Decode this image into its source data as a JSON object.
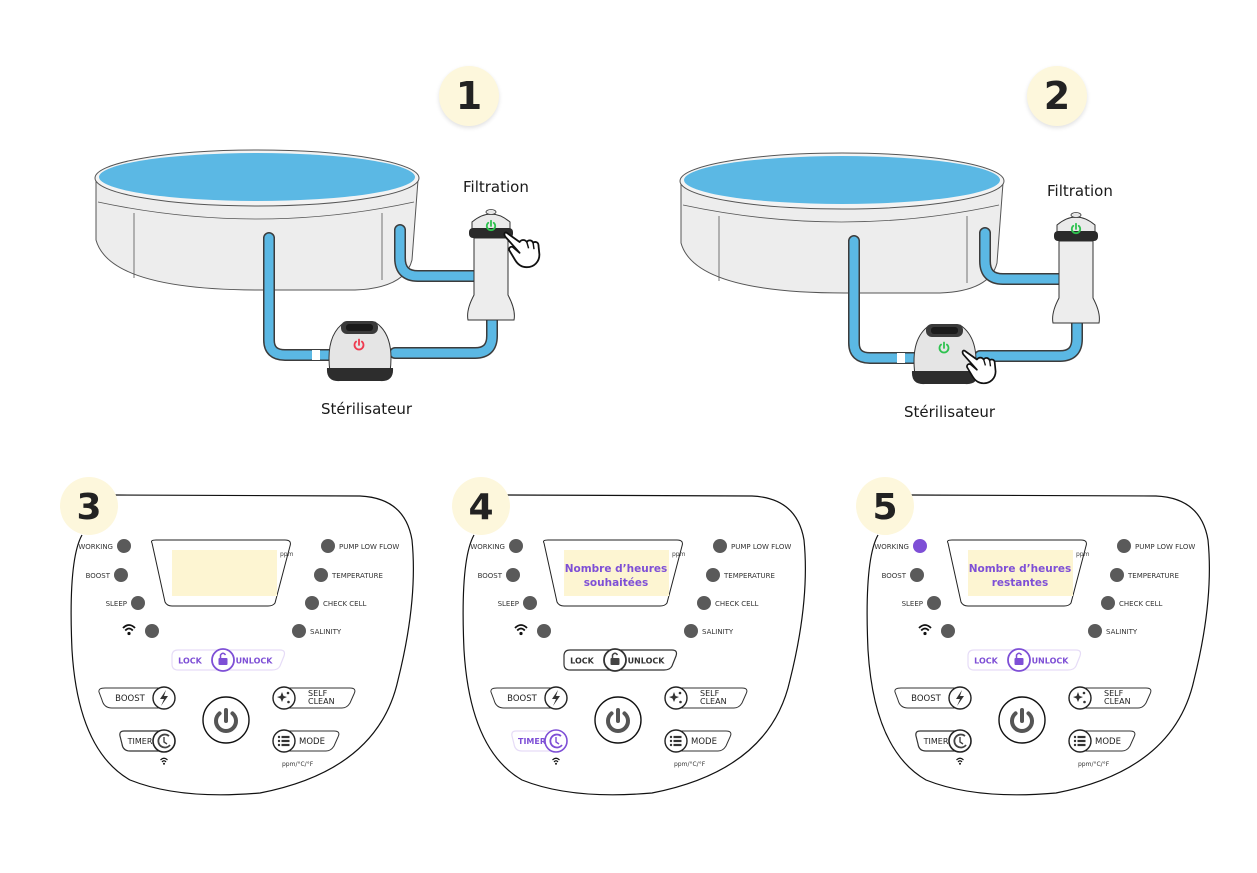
{
  "colors": {
    "water": "#5bb8e4",
    "pool_wall": "#ededed",
    "outline": "#555555",
    "badge_bg": "#fdf7dc",
    "lcd_bg": "#fdf5d2",
    "purple": "#7e4fd6",
    "purple_light": "#e6dcf7",
    "led_off": "#5a5a5a",
    "power_on": "#2ec24f",
    "power_off": "#ef3a4f"
  },
  "steps": [
    {
      "number": "1",
      "filtration_label": "Filtration",
      "sterilizer_label": "Stérilisateur",
      "filtration_power": "on",
      "sterilizer_power": "off",
      "hand_pointer_on": "filtration"
    },
    {
      "number": "2",
      "filtration_label": "Filtration",
      "sterilizer_label": "Stérilisateur",
      "filtration_power": "on",
      "sterilizer_power": "on",
      "hand_pointer_on": "sterilizer"
    }
  ],
  "panels": [
    {
      "number": "3",
      "lcd_line1": "",
      "lcd_line2": "",
      "highlight": "lock",
      "working_led": "off"
    },
    {
      "number": "4",
      "lcd_line1": "Nombre d’heures",
      "lcd_line2": "souhaitées",
      "highlight": "timer",
      "working_led": "off"
    },
    {
      "number": "5",
      "lcd_line1": "Nombre d’heures",
      "lcd_line2": "restantes",
      "highlight": "lock",
      "working_led": "on"
    }
  ],
  "panel_labels": {
    "ppm": "ppm",
    "left_leds": [
      "WORKING",
      "BOOST",
      "SLEEP"
    ],
    "right_leds": [
      "PUMP LOW FLOW",
      "TEMPERATURE",
      "CHECK CELL",
      "SALINITY"
    ],
    "lock": "LOCK",
    "unlock": "UNLOCK",
    "boost": "BOOST",
    "self": "SELF",
    "clean": "CLEAN",
    "timer": "TIMER",
    "mode": "MODE",
    "units": "ppm/°C/°F"
  }
}
